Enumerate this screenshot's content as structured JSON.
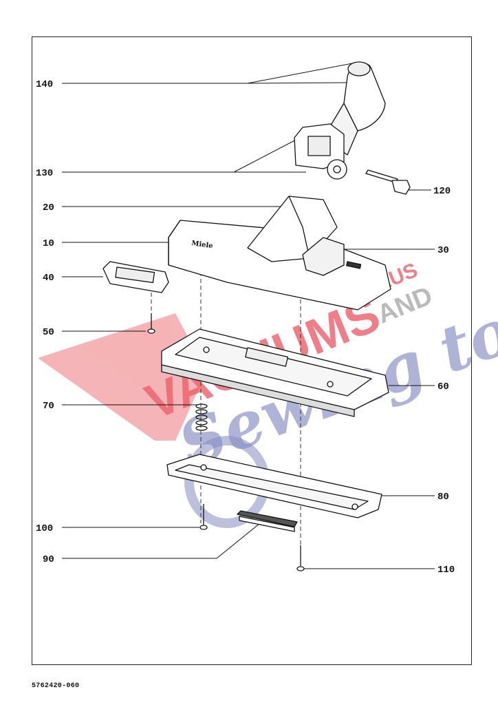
{
  "diagram": {
    "part_labels": {
      "p140": "140",
      "p130": "130",
      "p120": "120",
      "p20": "20",
      "p10": "10",
      "p30": "30",
      "p40": "40",
      "p50": "50",
      "p60": "60",
      "p70": "70",
      "p80": "80",
      "p100": "100",
      "p90": "90",
      "p110": "110"
    },
    "brand_on_housing": "Miele",
    "document_number": "5762420-060"
  },
  "watermark": {
    "line1": "VACUUMS",
    "plus": "PLUS",
    "and": "AND",
    "sewing": "Sewing too",
    "colors": {
      "red": "#e8434e",
      "blue": "#6f78b6"
    }
  }
}
